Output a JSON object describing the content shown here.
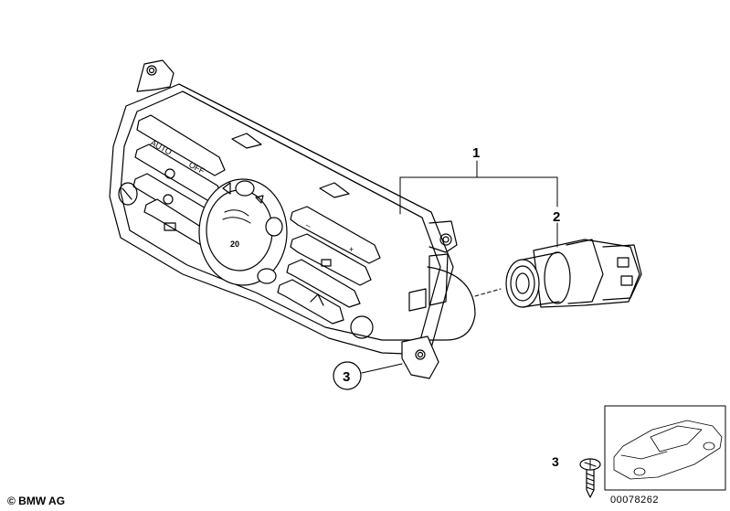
{
  "callouts": {
    "part1": "1",
    "part2": "2",
    "part3": "3"
  },
  "buttons": {
    "auto": "AUTO",
    "off": "OFF",
    "minus": "–",
    "plus": "+"
  },
  "display_text": "20",
  "inset": {
    "part_number": "3"
  },
  "footer": {
    "copyright": "© BMW AG",
    "diagram_id": "00078262"
  }
}
